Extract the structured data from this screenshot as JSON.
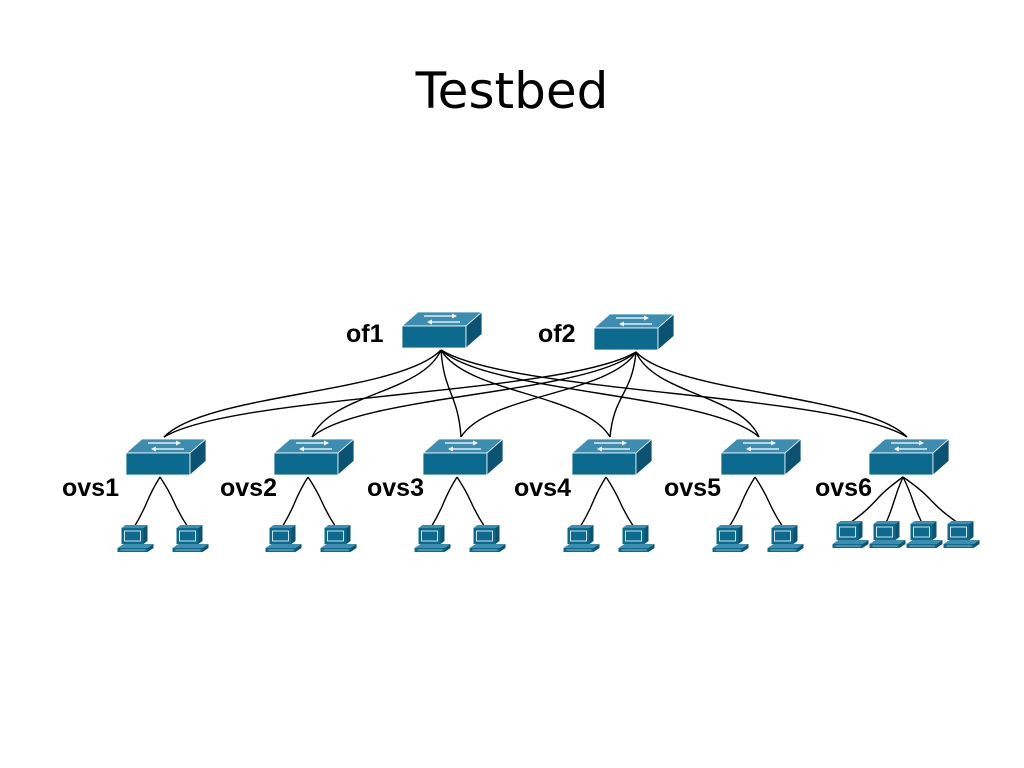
{
  "title": "Testbed",
  "core_switches": [
    {
      "label": "of1"
    },
    {
      "label": "of2"
    }
  ],
  "edge_switches": [
    {
      "label": "ovs1",
      "hosts": 2
    },
    {
      "label": "ovs2",
      "hosts": 2
    },
    {
      "label": "ovs3",
      "hosts": 2
    },
    {
      "label": "ovs4",
      "hosts": 2
    },
    {
      "label": "ovs5",
      "hosts": 2
    },
    {
      "label": "ovs6",
      "hosts": 4
    }
  ],
  "icons": {
    "switch": "network-switch-icon",
    "host": "computer-icon"
  },
  "colors": {
    "device_front": "#0d6a8f",
    "device_top": "#3d8db0",
    "device_side": "#0a5372",
    "link": "#000000"
  }
}
